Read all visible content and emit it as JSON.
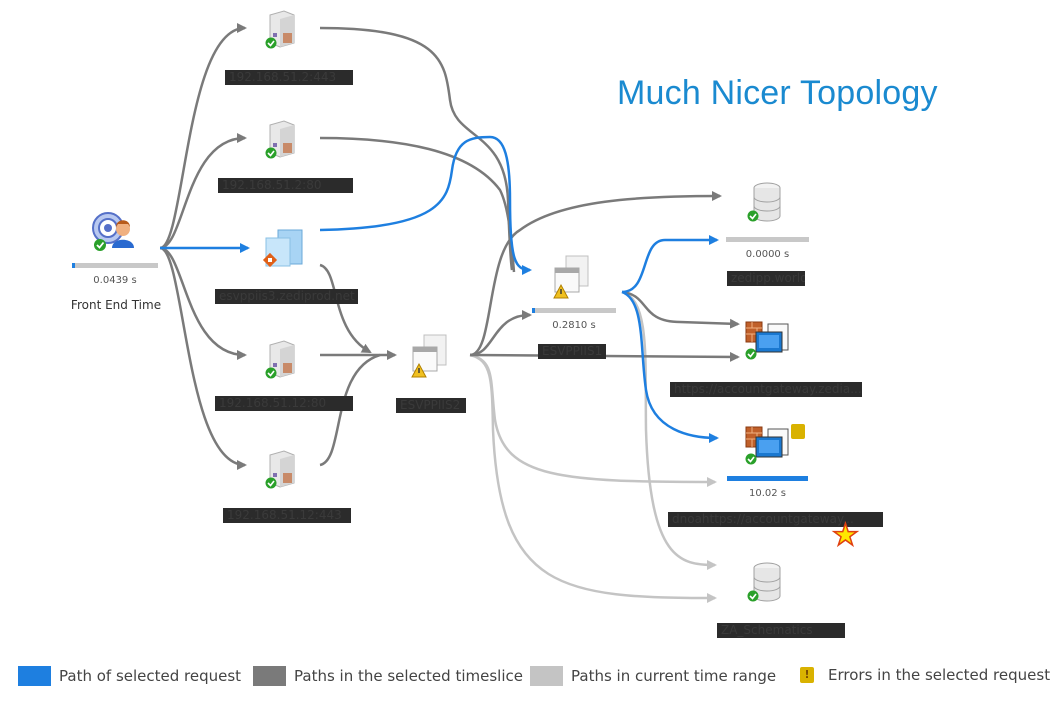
{
  "title": "Much Nicer Topology",
  "colors": {
    "selected_path": "#1e7fe0",
    "timeslice_path": "#7a7a7a",
    "time_range_path": "#c4c4c4",
    "error": "#d9b200",
    "title": "#1a8ad0"
  },
  "nodes": {
    "front_end": {
      "label": "Front End Time",
      "time": "0.0439 s",
      "icon": "user-target-icon",
      "status": "ok",
      "bar_fill": 0.03
    },
    "server_443": {
      "label": "192.168.51.2:443",
      "icon": "server-icon",
      "status": "ok"
    },
    "server_80": {
      "label": "192.168.51.2:80",
      "icon": "server-icon",
      "status": "ok"
    },
    "esvppiis3": {
      "label": "esvppiis3.zediprod.net",
      "icon": "web-app-icon",
      "status": "ok"
    },
    "server_12_80": {
      "label": "192.168.51.12:80",
      "icon": "server-icon",
      "status": "ok"
    },
    "server_12_443": {
      "label": "192.168.51.12:443",
      "icon": "server-icon",
      "status": "ok"
    },
    "esvppiis2": {
      "label": "ESVPPIIS2",
      "icon": "app-window-icon",
      "status": "warning"
    },
    "esvppiis1": {
      "label": "ESVPPIIS1",
      "time": "0.2810 s",
      "icon": "app-window-icon",
      "status": "warning",
      "bar_fill": 0.03
    },
    "zedipp": {
      "label": "zedipp.world",
      "time": "0.0000 s",
      "icon": "database-icon",
      "status": "ok",
      "bar_fill": 0.0
    },
    "accountgateway": {
      "label": "https://accountgateway.zedia...",
      "icon": "web-service-icon",
      "status": "ok"
    },
    "dnoah": {
      "label": "dnoahttps://accountgateway...",
      "time": "10.02 s",
      "icon": "web-service-icon",
      "status": "error",
      "bar_fill": 1.0
    },
    "schematics": {
      "label": "ZA_Schematics",
      "icon": "database-icon",
      "status": "ok"
    }
  },
  "legend": [
    {
      "label": "Path of selected request",
      "kind": "selected"
    },
    {
      "label": "Paths in the selected timeslice",
      "kind": "timeslice"
    },
    {
      "label": "Paths in current time range",
      "kind": "range"
    },
    {
      "label": "Errors in the selected request",
      "kind": "error"
    }
  ],
  "annotation": {
    "icon": "star-icon"
  }
}
